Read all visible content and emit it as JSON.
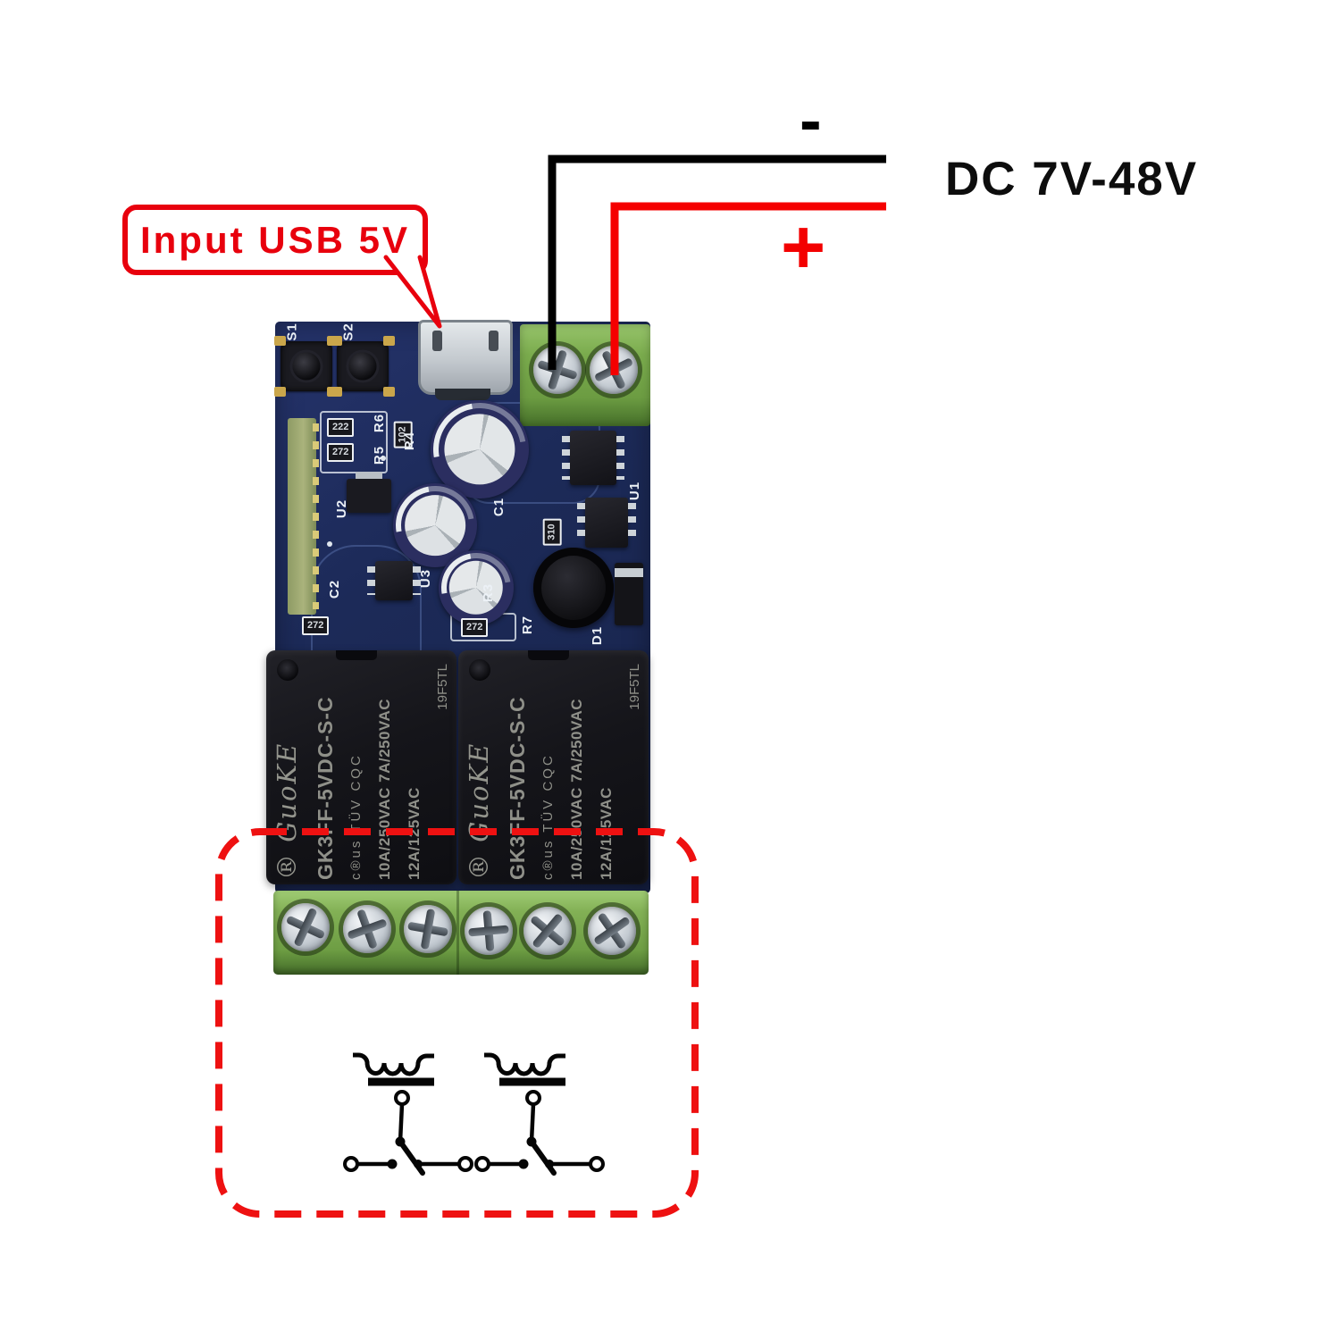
{
  "callout": {
    "label": "Input USB 5V"
  },
  "power": {
    "negative_symbol": "-",
    "positive_symbol": "+",
    "dc_label": "DC 7V-48V"
  },
  "relay_print": {
    "lines": [
      "® GuoKE",
      "GK3FF-5VDC-S-C",
      "c®us  TÜV  CQC",
      "10A/250VAC 7A/250VAC",
      "12A/125VAC",
      "19F5TL"
    ]
  },
  "silkscreen": {
    "labels": [
      "S1",
      "S2",
      "R4",
      "R6",
      "R5",
      "U2",
      "C2",
      "U3",
      "C1",
      "U1",
      "R7",
      "D1",
      "R3"
    ]
  },
  "chip_codes": [
    "222",
    "272",
    "102",
    "310",
    "272",
    "272"
  ],
  "colors": {
    "annotation_red": "#e8000d",
    "wire_red": "#f50000",
    "wire_black": "#000000",
    "pcb_blue": "#1c2a58",
    "terminal_green": "#74a348",
    "relay_black": "#15151a",
    "dashed_box_red": "#ee1111"
  }
}
